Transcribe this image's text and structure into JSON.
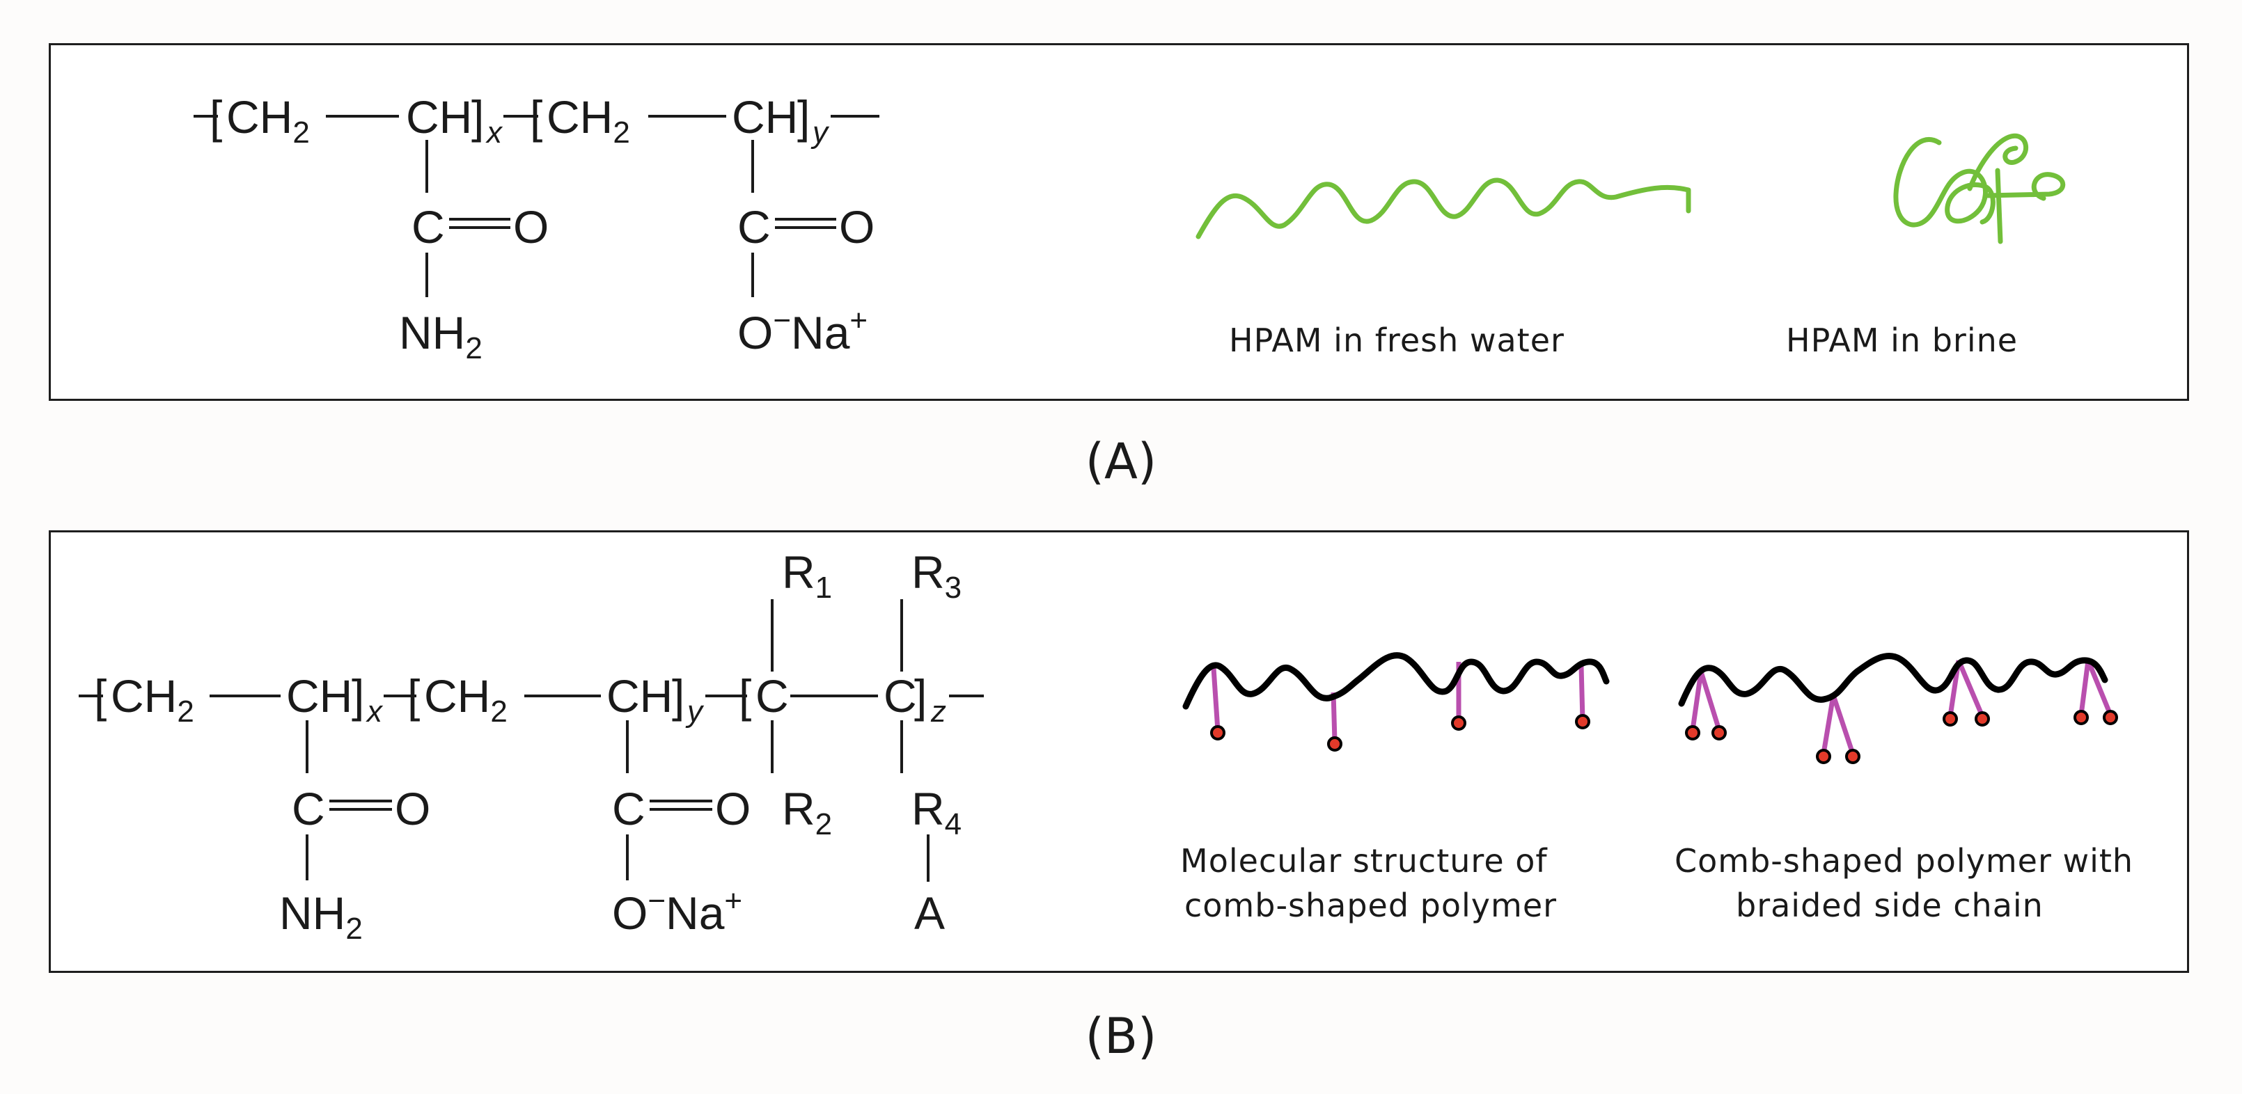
{
  "panel_a": {
    "label": "(A)",
    "monomers": {
      "ch2": "CH",
      "ch2_sub": "2",
      "ch": "CH",
      "x": "x",
      "y": "y",
      "c": "C",
      "o": "O",
      "nh2": "NH",
      "nh2_sub": "2",
      "ona": "O",
      "ona_minus": "−",
      "na": "Na",
      "na_plus": "+"
    },
    "caption_fresh": "HPAM  in fresh water",
    "caption_brine": "HPAM in brine"
  },
  "panel_b": {
    "label": "(B)",
    "r1": "R",
    "r1_sub": "1",
    "r2": "R",
    "r2_sub": "2",
    "r3": "R",
    "r3_sub": "3",
    "r4": "R",
    "r4_sub": "4",
    "z": "z",
    "a": "A",
    "caption_comb_line1": "Molecular structure of",
    "caption_comb_line2": "comb-shaped polymer",
    "caption_braided_line1": "Comb-shaped polymer with",
    "caption_braided_line2": "braided side chain"
  },
  "colors": {
    "chain_green": "#72bf3a",
    "backbone_black": "#000000",
    "side_chain_magenta": "#b94fae",
    "bead_red": "#e23a2a"
  }
}
